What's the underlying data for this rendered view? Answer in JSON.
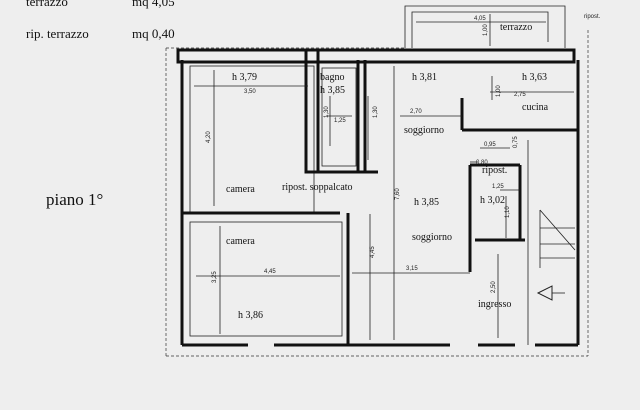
{
  "legend": {
    "row1_label": "terrazzo",
    "row1_value": "mq 4,05",
    "row2_label": "rip. terrazzo",
    "row2_value": "mq 0,40"
  },
  "floor_label": "piano 1°",
  "rooms": {
    "camera_top_height": "h 3,79",
    "camera_top_width": "3,50",
    "camera_top_depth": "4,20",
    "camera_top_name": "camera",
    "bagno_name": "bagno",
    "bagno_height": "h 3,85",
    "bagno_width": "1,25",
    "bagno_depth": "1,30",
    "corridor_depth": "1,30",
    "ripost_soppalcato": "ripost. soppalcato",
    "soggiorno_top_height": "h 3,81",
    "soggiorno_top_width": "2,70",
    "soggiorno_top_name": "soggiorno",
    "cucina_height": "h 3,63",
    "cucina_width": "2,75",
    "cucina_depth": "1,00",
    "cucina_name": "cucina",
    "terrazzo_name": "terrazzo",
    "terrazzo_width": "4,05",
    "terrazzo_depth": "1,00",
    "ripost_terrazzo": "ripost.",
    "ripost_name": "ripost.",
    "ripost_height": "h 3,02",
    "ripost_dim_a": "0,80",
    "ripost_dim_b": "0,95",
    "ripost_dim_c": "0,75",
    "ripost_dim_d": "1,25",
    "ripost_dim_e": "1,10",
    "soggiorno_bottom_height": "h 3,85",
    "soggiorno_bottom_name": "soggiorno",
    "soggiorno_depth": "7,60",
    "soggiorno_bottom_width": "3,15",
    "camera_bottom_name": "camera",
    "camera_bottom_width": "4,45",
    "camera_bottom_depth": "3,25",
    "camera_bottom_height": "h 3,86",
    "left_depth": "4,45",
    "ingresso_name": "ingresso",
    "ingresso_depth": "2,50"
  }
}
